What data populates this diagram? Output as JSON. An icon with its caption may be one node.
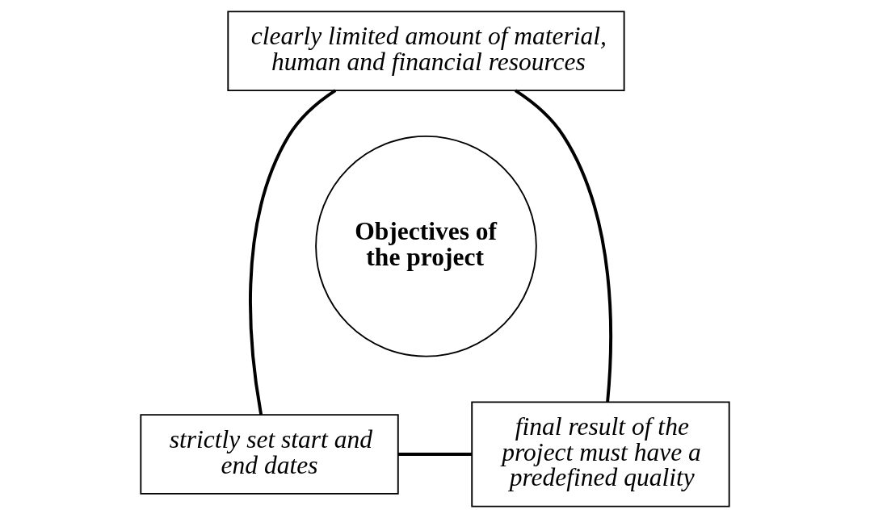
{
  "diagram": {
    "nodes": [
      {
        "text": [
          "clearly limited amount of material, human and financial resources"
        ]
      },
      {
        "text": [
          "Objectives of the project"
        ]
      },
      {
        "text": [
          "strictly set start and end dates"
        ]
      },
      {
        "text": [
          "final result of the project must have a predefined quality"
        ]
      }
    ],
    "edges": [
      {
        "from": 0,
        "to": 2,
        "arrow": "none"
      },
      {
        "from": 0,
        "to": 3,
        "arrow": "none"
      },
      {
        "from": 2,
        "to": 3,
        "arrow": "none"
      }
    ]
  }
}
